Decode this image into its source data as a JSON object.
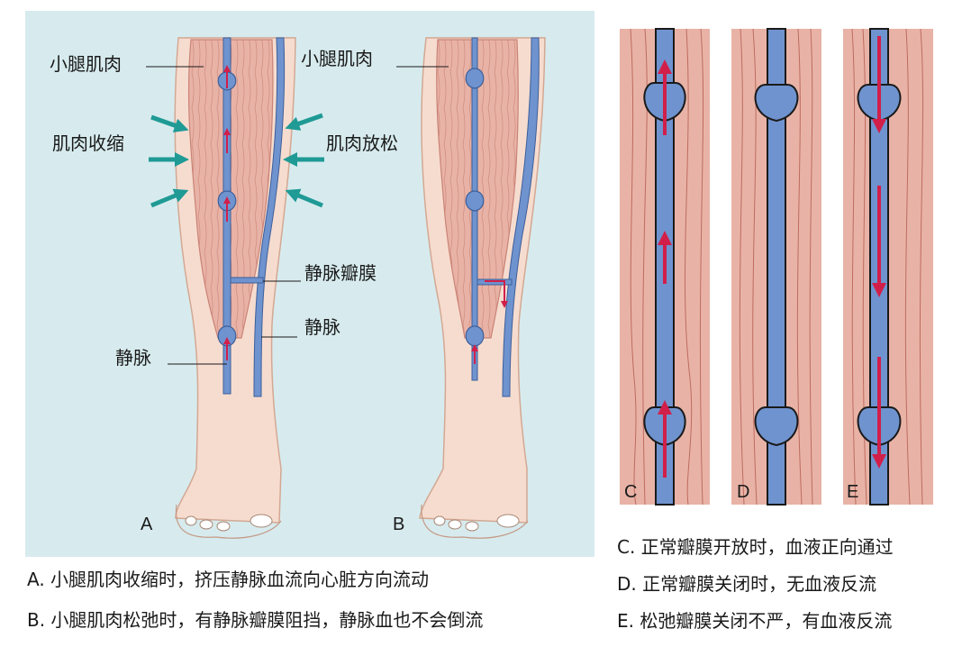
{
  "labels": {
    "calf_muscle_a": "小腿肌肉",
    "calf_muscle_b": "小腿肌肉",
    "muscle_contract": "肌肉收缩",
    "muscle_relax": "肌肉放松",
    "valve": "静脉瓣膜",
    "vein_right": "静脉",
    "vein_left": "静脉"
  },
  "panels": {
    "a": "A",
    "b": "B",
    "c": "C",
    "d": "D",
    "e": "E"
  },
  "captions": {
    "a": "A. 小腿肌肉收缩时，挤压静脉血流向心脏方向流动",
    "b": "B. 小腿肌肉松弛时，有静脉瓣膜阻挡，静脉血也不会倒流",
    "c": "C. 正常瓣膜开放时，血液正向通过",
    "d": "D. 正常瓣膜关闭时，无血液反流",
    "e": "E. 松弛瓣膜关闭不严，有血液反流"
  },
  "colors": {
    "panel_bg": "#d7ebee",
    "skin": "#f6dccf",
    "muscle": "#e8b3a6",
    "vein": "#6f93cf",
    "arrow_red": "#d11f4a",
    "arrow_teal": "#1f9a95"
  }
}
